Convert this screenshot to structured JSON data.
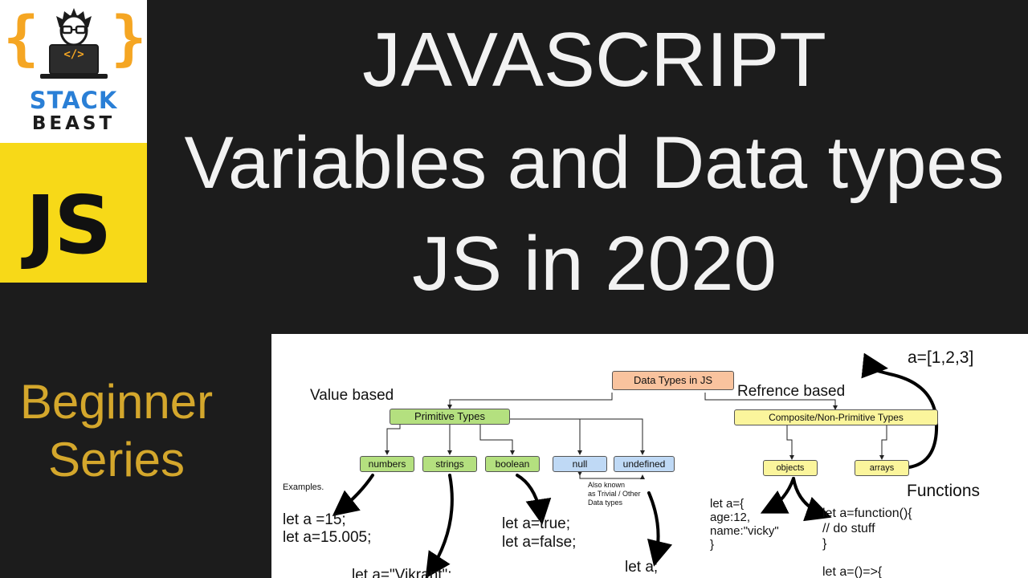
{
  "logo": {
    "stack": "STACK",
    "beast": "BEAST",
    "code_glyph": "</>",
    "js_badge": "JS",
    "colors": {
      "brace": "#f5a623",
      "stack": "#2a7fd6",
      "badge_bg": "#f7d918"
    }
  },
  "title": {
    "line1": "JAVASCRIPT",
    "line2": "Variables and Data types",
    "line3": "JS in 2020"
  },
  "series": {
    "line1": "Beginner",
    "line2": "Series"
  },
  "diagram": {
    "root": "Data Types in JS",
    "value_based": "Value based",
    "reference_based": "Refrence based",
    "primitive": "Primitive Types",
    "composite": "Composite/Non-Primitive Types",
    "leaves": {
      "numbers": "numbers",
      "strings": "strings",
      "boolean": "boolean",
      "null": "null",
      "undefined": "undefined",
      "objects": "objects",
      "arrays": "arrays"
    },
    "examples_label": "Examples.",
    "also_known": [
      "Also known",
      "as Trivial / Other",
      "Data types"
    ],
    "array_example": "a=[1,2,3]",
    "functions_label": "Functions",
    "code": {
      "num1": "let a =15;",
      "num2": "let a=15.005;",
      "str": "let a=\"Vikrant\";",
      "bool1": "let a=true;",
      "bool2": "let a=false;",
      "undef": "let a;",
      "obj1": "let a={",
      "obj2": "age:12,",
      "obj3": "name:\"vicky\"",
      "obj4": "}",
      "fn1": "let a=function(){",
      "fn2": "// do stuff",
      "fn3": "}",
      "fn4": "let a=()=>{"
    }
  }
}
